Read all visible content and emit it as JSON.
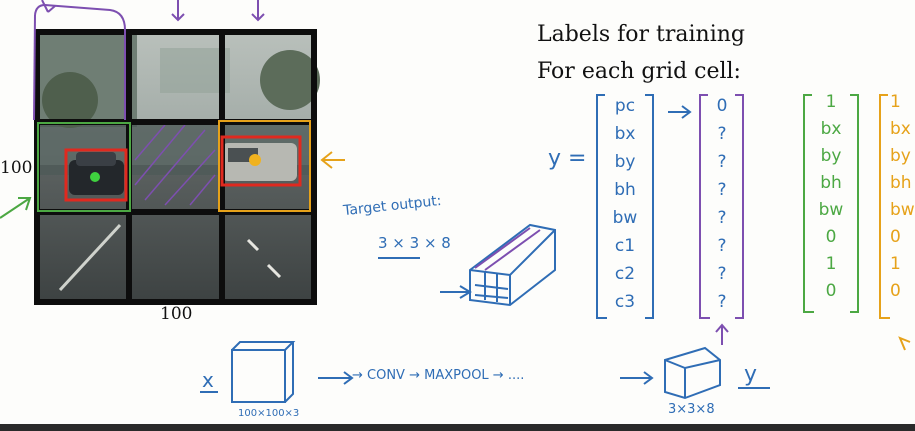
{
  "heading": {
    "line1": "Labels for training",
    "line2": "For each grid cell:"
  },
  "image_axis": {
    "left_label": "100",
    "bottom_label": "100"
  },
  "handwritten": {
    "target_output": "Target output:",
    "target_shape": "3 × 3 × 8",
    "y_eq": "y =",
    "x_symbol": "x",
    "input_shape": "100×100×3",
    "pipeline": "→ CONV → MAXPOOL → ....",
    "y_symbol": "y",
    "output_shape": "3×3×8"
  },
  "vector_y": [
    "pc",
    "bx",
    "by",
    "bh",
    "bw",
    "c1",
    "c2",
    "c3"
  ],
  "vector_empty": [
    "0",
    "?",
    "?",
    "?",
    "?",
    "?",
    "?",
    "?"
  ],
  "vector_green": [
    "1",
    "bx",
    "by",
    "bh",
    "bw",
    "0",
    "1",
    "0"
  ],
  "vector_orange": [
    "1",
    "bx",
    "by",
    "bh",
    "bw",
    "0",
    "1",
    "0"
  ],
  "colors": {
    "blue_ink": "#2f6db5",
    "purple_ink": "#7d4fb0",
    "green_ink": "#4ca843",
    "orange_ink": "#e6a21a",
    "red_box": "#e0291f",
    "grid_black": "#0d0d0d"
  }
}
